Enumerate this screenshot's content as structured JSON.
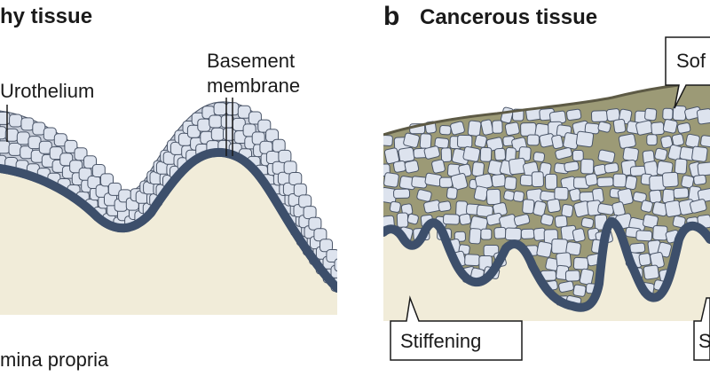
{
  "panel_a": {
    "title": "hy tissue",
    "labels": {
      "urothelium": "Urothelium",
      "basement_line1": "Basement",
      "basement_line2": "membrane",
      "lamina": "mina propria"
    }
  },
  "panel_b": {
    "letter": "b",
    "title": "Cancerous tissue",
    "labels": {
      "softening": "Sof",
      "stiffening": "Stiffening",
      "right_partial": "S"
    }
  },
  "colors": {
    "background": "#ffffff",
    "stroma": "#f1ecd9",
    "basement_membrane": "#3d4f6b",
    "cell_fill": "#dde3ee",
    "cell_stroke": "#4a5568",
    "olive_matrix": "#9c9a76",
    "text": "#1a1a1a"
  }
}
